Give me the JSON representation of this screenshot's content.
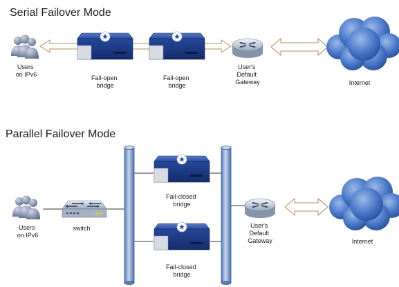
{
  "sections": {
    "serial_title": "Serial Failover Mode",
    "parallel_title": "Parallel Failover Mode"
  },
  "serial": {
    "users": [
      "Users",
      "on IPv6"
    ],
    "bridge1": [
      "Fail-open",
      "bridge"
    ],
    "bridge2": [
      "Fail-open",
      "bridge"
    ],
    "gateway": [
      "User's",
      "Default",
      "Gateway"
    ],
    "internet": "Internet"
  },
  "parallel": {
    "users": [
      "Users",
      "on IPv6"
    ],
    "switch": "switch",
    "bridge_top": [
      "Fail-closed",
      "bridge"
    ],
    "bridge_bottom": [
      "Fail-closed",
      "bridge"
    ],
    "gateway": [
      "User's",
      "Default",
      "Gateway"
    ],
    "internet": "Internet"
  },
  "colors": {
    "appliance_blue": "#1f3f8f",
    "cloud_blue": "#3f6fc0",
    "arrow_tan": "#c8a67a",
    "pipe_blue": "#6d8fc2"
  }
}
